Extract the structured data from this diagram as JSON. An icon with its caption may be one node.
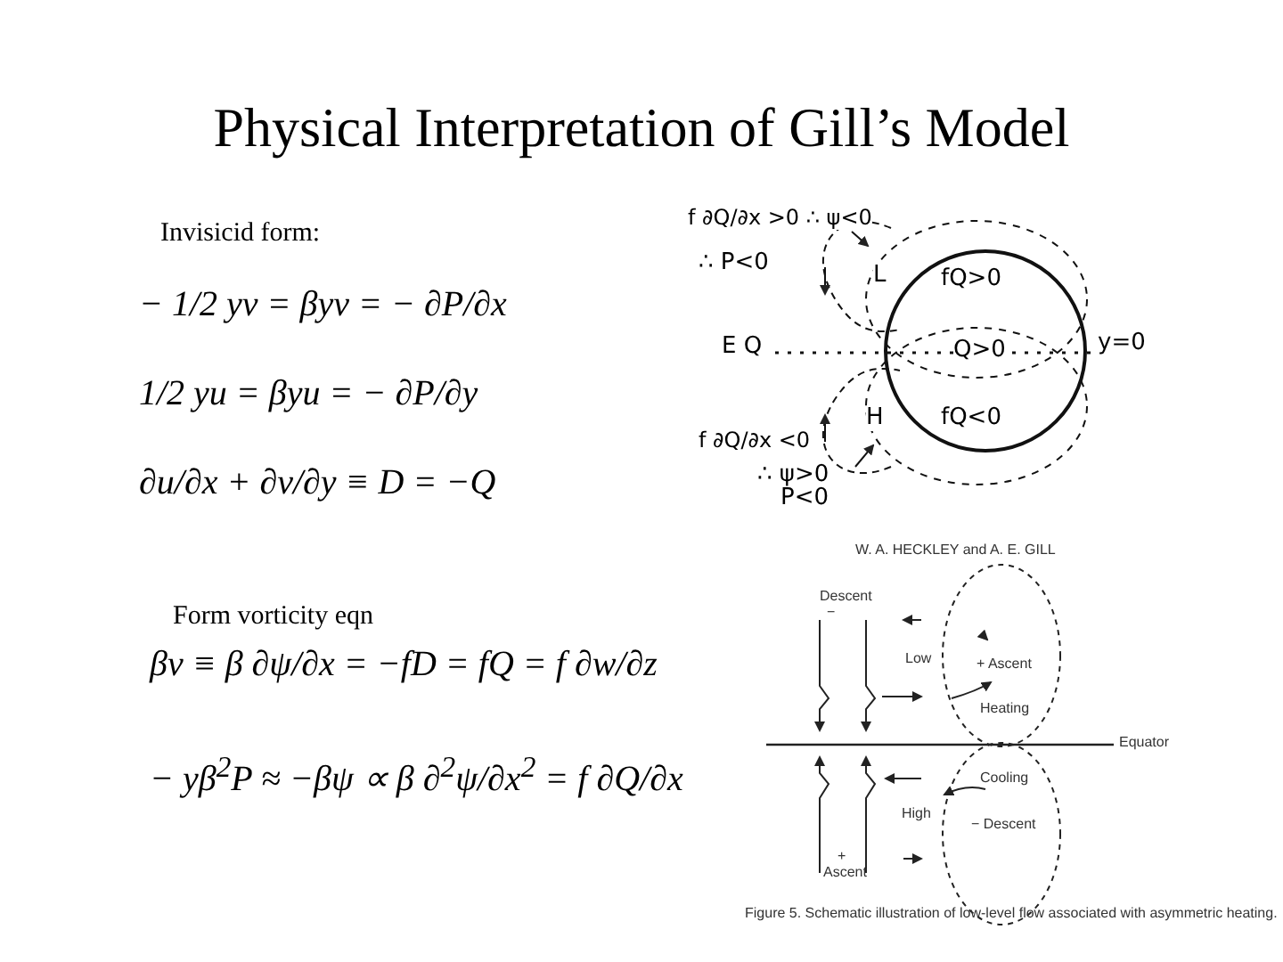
{
  "diagram": {
    "title": "Physical Interpretation of Gill’s Model",
    "labels": [
      "Invisicid form:",
      "− 1/2 yv = βyv = − ∂P/∂x",
      "1/2 yu = βyu = − ∂P/∂y",
      "∂u/∂x + ∂v/∂y ≡ D = −Q",
      "Form vorticity eqn",
      "βv ≡ β ∂ψ/∂x = −fD = fQ = f ∂w/∂z",
      "− yβ$^{2}$P ≈ −βψ ∝ β ∂$^{2}$ψ/∂x$^{2}$ = f ∂Q/∂x",
      "f ∂Q/∂x >0 ∴ ψ<0",
      "∴ P<0",
      "L",
      "fQ>0",
      "E Q",
      "Q>0",
      "y=0",
      "H",
      "fQ<0",
      "f ∂Q/∂x <0",
      "∴ ψ>0",
      "P<0",
      "W. A. HECKLEY and A. E. GILL",
      "Descent",
      "−",
      "Low",
      "+ Ascent",
      "Heating",
      "Equator",
      "Cooling",
      "High",
      "− Descent",
      "+",
      "Ascent",
      "Figure 5. Schematic illustration of low-level flow associated with asymmetric heating."
    ]
  }
}
